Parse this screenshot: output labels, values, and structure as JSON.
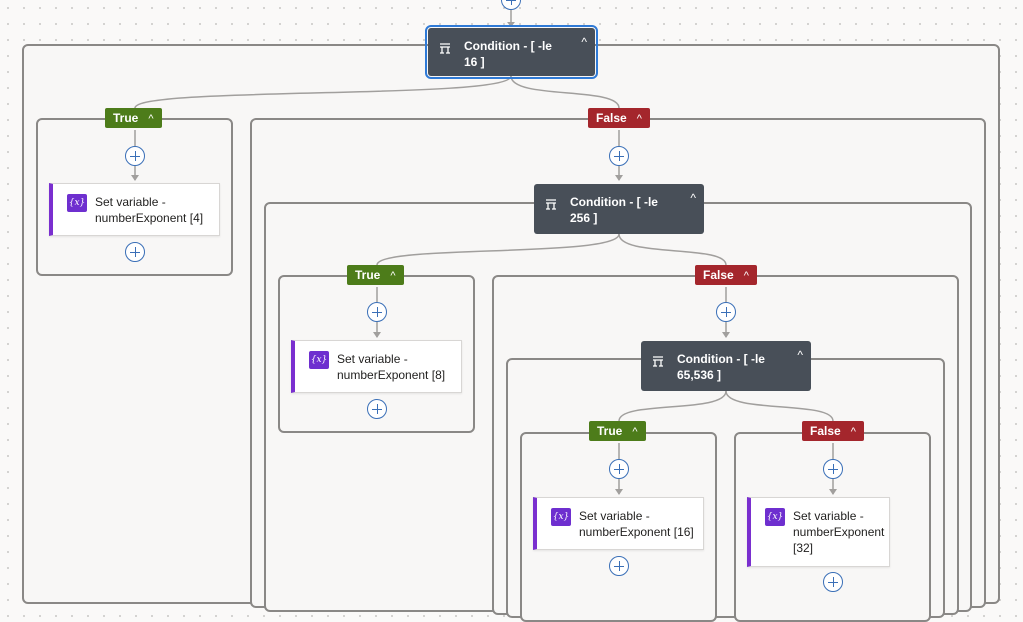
{
  "conditions": [
    {
      "title": "Condition - [ -le 16 ]",
      "icon": "condition-icon"
    },
    {
      "title": "Condition - [ -le 256 ]",
      "icon": "condition-icon"
    },
    {
      "title": "Condition - [ -le 65,536 ]",
      "icon": "condition-icon"
    }
  ],
  "branches": {
    "true_label": "True",
    "false_label": "False"
  },
  "actions": [
    {
      "title": "Set variable - numberExponent [4]",
      "icon": "variable-icon"
    },
    {
      "title": "Set variable - numberExponent [8]",
      "icon": "variable-icon"
    },
    {
      "title": "Set variable - numberExponent [16]",
      "icon": "variable-icon"
    },
    {
      "title": "Set variable - numberExponent [32]",
      "icon": "variable-icon"
    }
  ],
  "colors": {
    "true": "#4d7c1a",
    "false": "#a4262c",
    "condition": "#484f58",
    "variable": "#6e2fcf",
    "add": "#3a6fb7"
  }
}
